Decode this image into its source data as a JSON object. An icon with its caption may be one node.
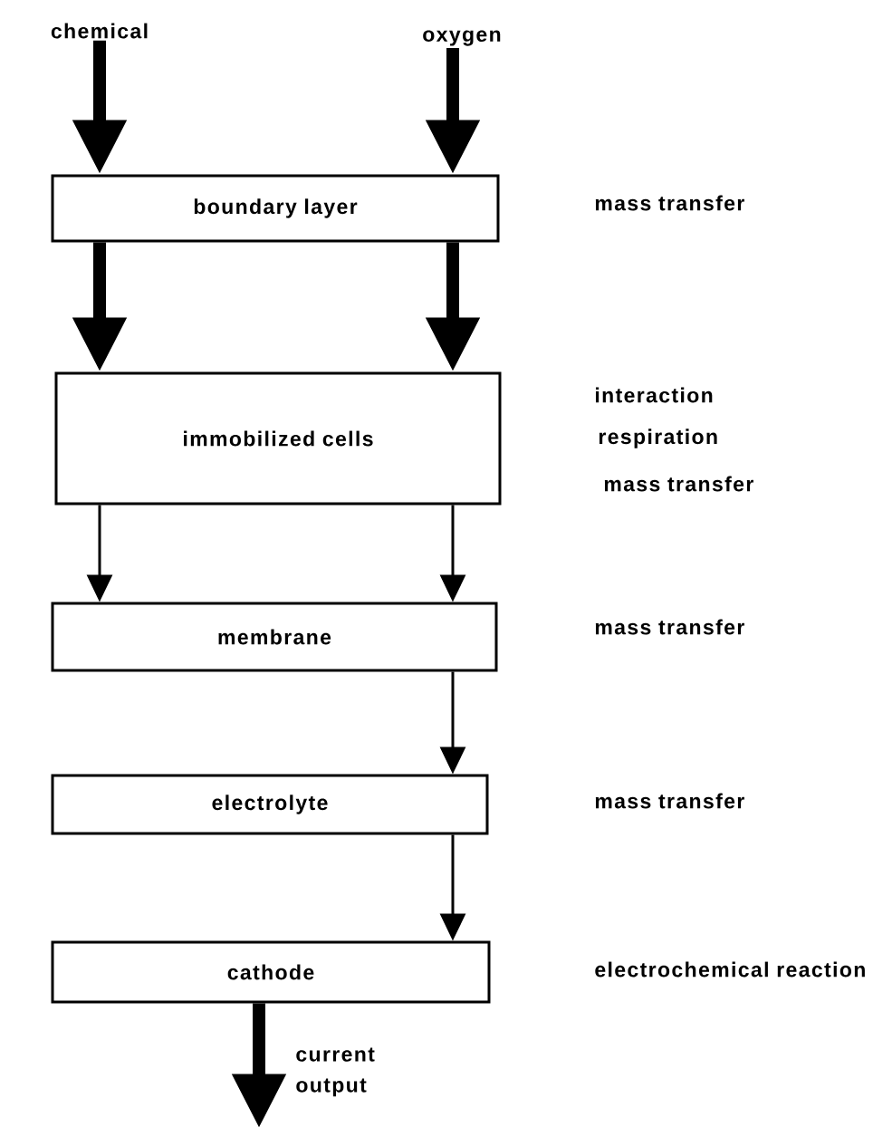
{
  "diagram": {
    "nodes": [
      {
        "text": [
          "chemical"
        ]
      },
      {
        "text": [
          "oxygen"
        ]
      },
      {
        "text": [
          "boundary layer"
        ]
      },
      {
        "text": [
          "immobilized cells"
        ]
      },
      {
        "text": [
          "membrane"
        ]
      },
      {
        "text": [
          "electrolyte"
        ]
      },
      {
        "text": [
          "cathode"
        ]
      }
    ],
    "edges": [
      {
        "from": 0,
        "to": 2,
        "arrow": "to"
      },
      {
        "from": 1,
        "to": 2,
        "arrow": "to"
      },
      {
        "from": 2,
        "to": 3,
        "arrow": "to"
      },
      {
        "from": 2,
        "to": 3,
        "arrow": "to"
      },
      {
        "from": 3,
        "to": 4,
        "arrow": "to"
      },
      {
        "from": 3,
        "to": 4,
        "arrow": "to"
      },
      {
        "from": 4,
        "to": 5,
        "arrow": "to"
      },
      {
        "from": 5,
        "to": 6,
        "arrow": "to"
      },
      {
        "from": 6,
        "to": null,
        "arrow": "to",
        "label": "current output"
      }
    ],
    "labels": [
      "mass transfer",
      "interaction",
      "respiration",
      "mass transfer",
      "mass transfer",
      "mass transfer",
      "electrochemical reaction"
    ]
  }
}
